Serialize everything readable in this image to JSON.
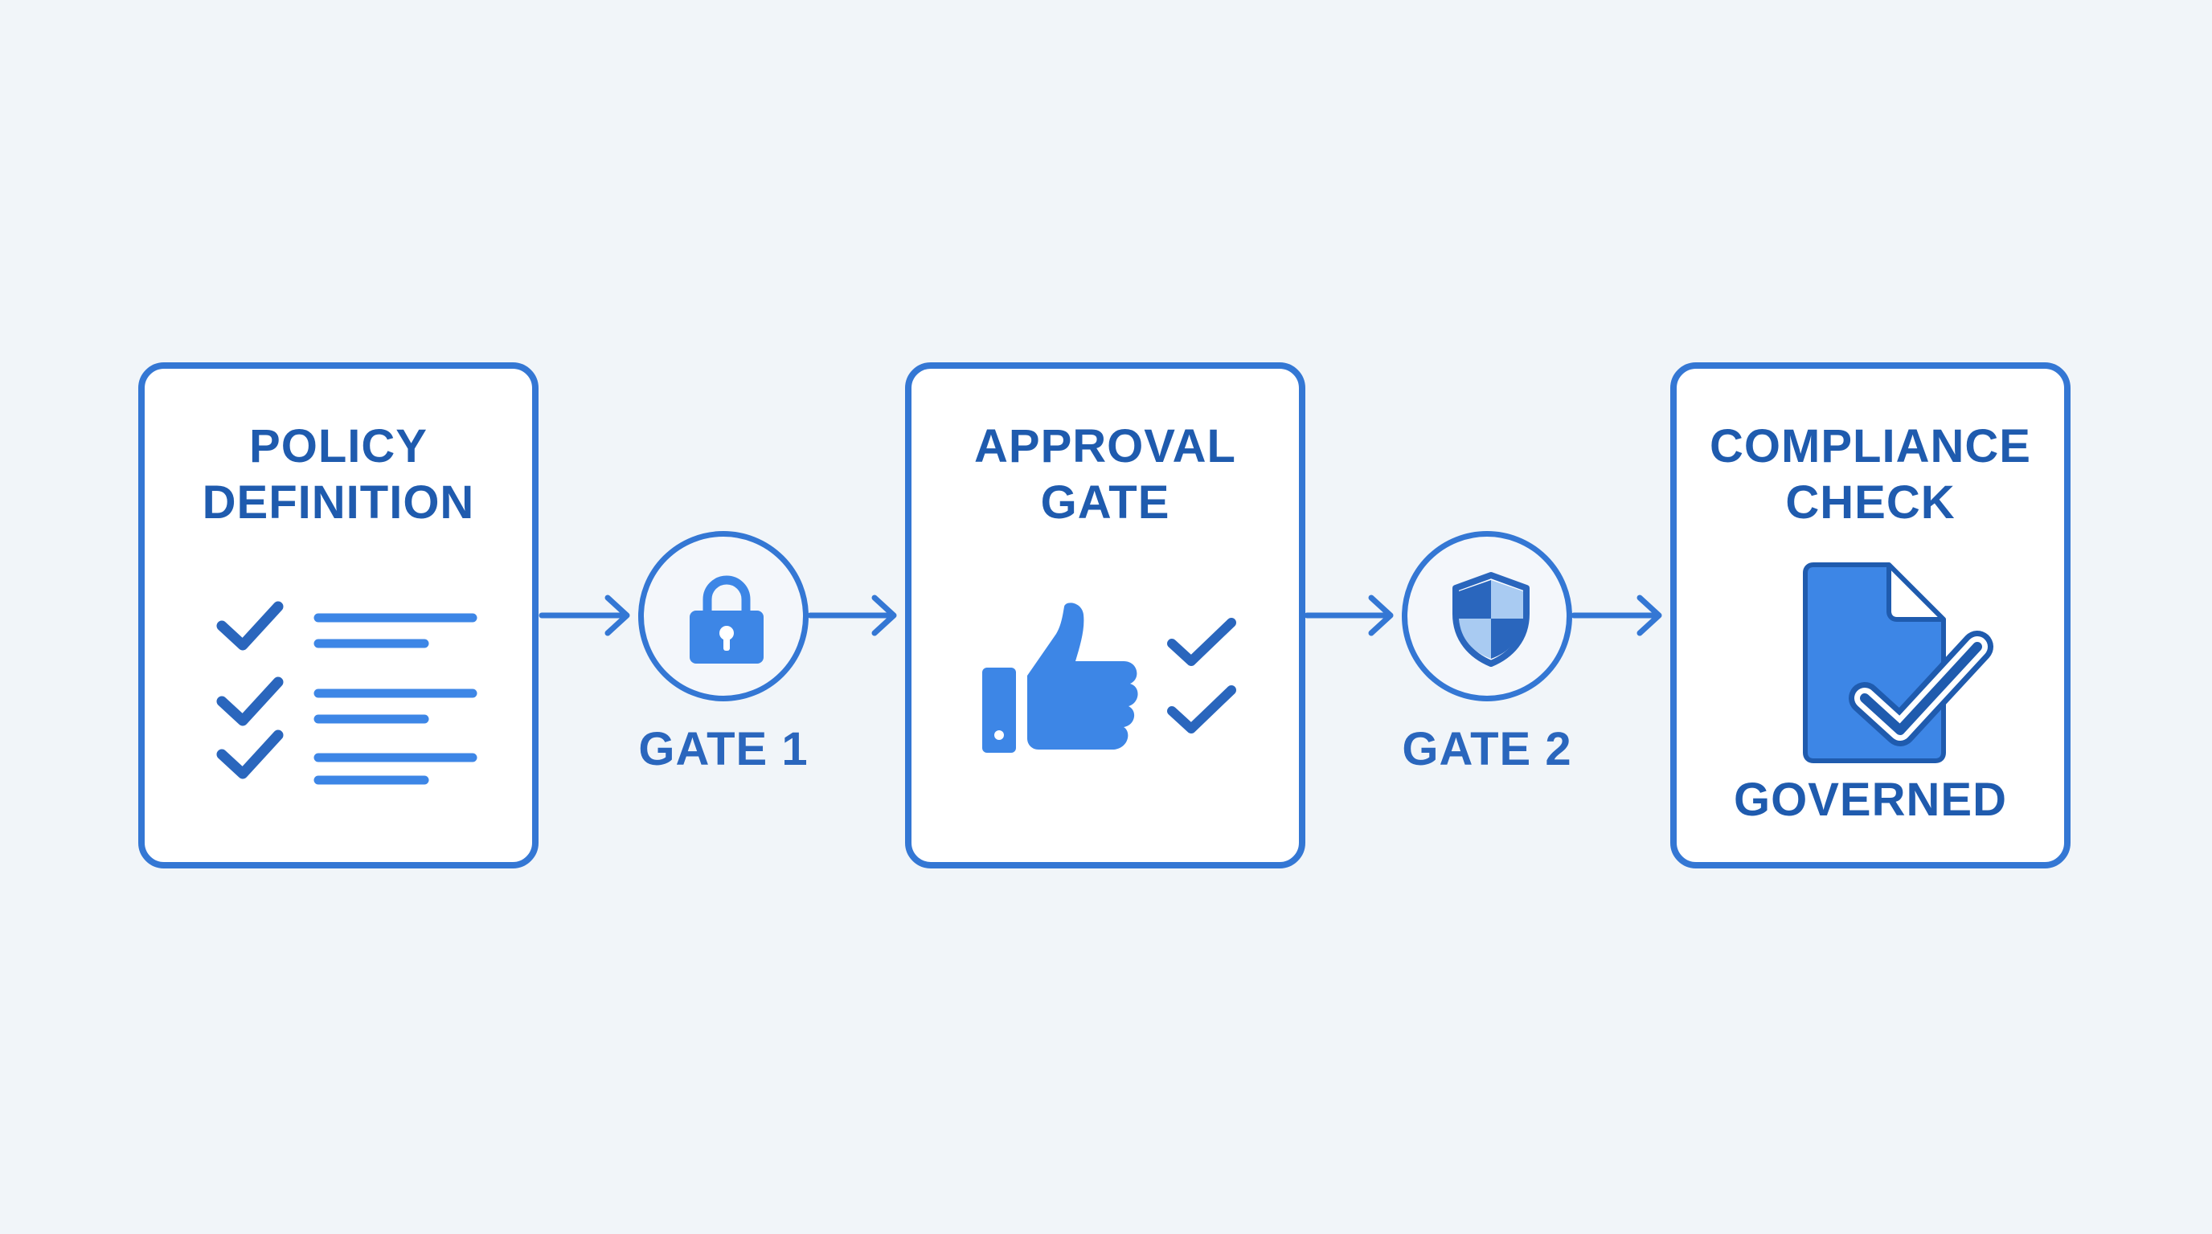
{
  "diagram": {
    "steps": [
      {
        "title_lines": [
          "POLICY",
          "DEFINITION"
        ],
        "icon": "checklist-icon"
      },
      {
        "title_lines": [
          "APPROVAL",
          "GATE"
        ],
        "icon": "thumbs-up-icon"
      },
      {
        "title_lines": [
          "COMPLIANCE",
          "CHECK"
        ],
        "icon": "document-check-icon",
        "footer": "GOVERNED"
      }
    ],
    "gates": [
      {
        "label": "GATE 1",
        "icon": "padlock-icon"
      },
      {
        "label": "GATE 2",
        "icon": "shield-icon"
      }
    ],
    "colors": {
      "accent": "#3477d4",
      "text": "#1f5bae",
      "icon_fill": "#3d86e6",
      "background": "#f1f5f9"
    }
  }
}
